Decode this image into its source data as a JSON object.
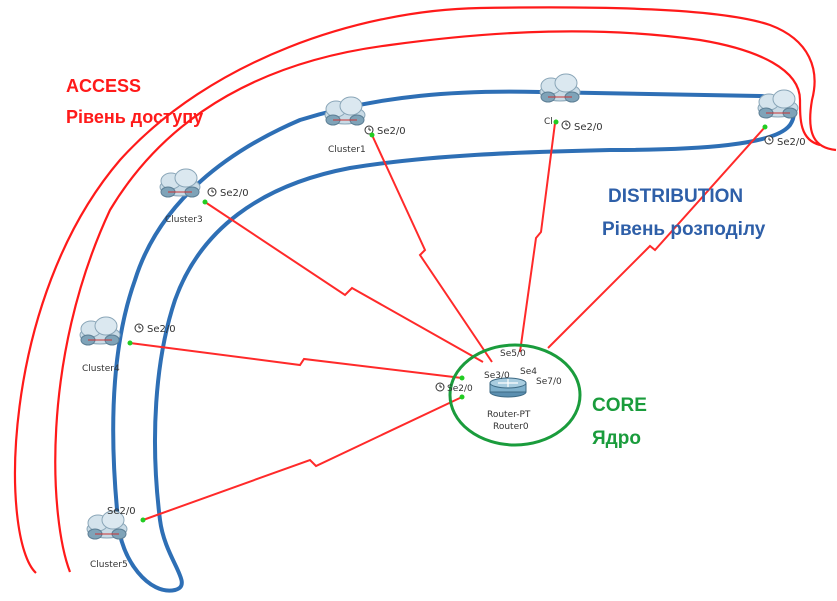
{
  "colors": {
    "access": "#ff1a1a",
    "distribution": "#2e5fa8",
    "core": "#1a9c3c",
    "link": "#ff2a2a",
    "port": "#22cc22"
  },
  "layers": {
    "access_title": "ACCESS",
    "access_subtitle": "Рівень доступу",
    "distribution_title": "DISTRIBUTION",
    "distribution_subtitle": "Рівень розподілу",
    "core_title": "CORE",
    "core_subtitle": "Ядро"
  },
  "nodes": {
    "cluster1": {
      "name": "Cluster1",
      "port": "Se2/0",
      "icon": "cloud-icon"
    },
    "cluster2": {
      "name": "Cl",
      "port": "Se2/0",
      "icon": "cloud-icon"
    },
    "cluster3": {
      "name": "Cluster3",
      "port": "Se2/0",
      "icon": "cloud-icon"
    },
    "cluster4": {
      "name": "Cluster4",
      "port": "Se2/0",
      "icon": "cloud-icon"
    },
    "cluster5": {
      "name": "Cluster5",
      "port": "Se2/0",
      "icon": "cloud-icon"
    },
    "cluster6": {
      "name": "",
      "port": "Se2/0",
      "icon": "cloud-icon"
    },
    "router": {
      "model": "Router-PT",
      "name": "Router0",
      "ports": [
        "Se5/0",
        "Se3/0",
        "Se4",
        "Se7/0",
        "Se2/0"
      ],
      "icon": "router-icon"
    }
  }
}
